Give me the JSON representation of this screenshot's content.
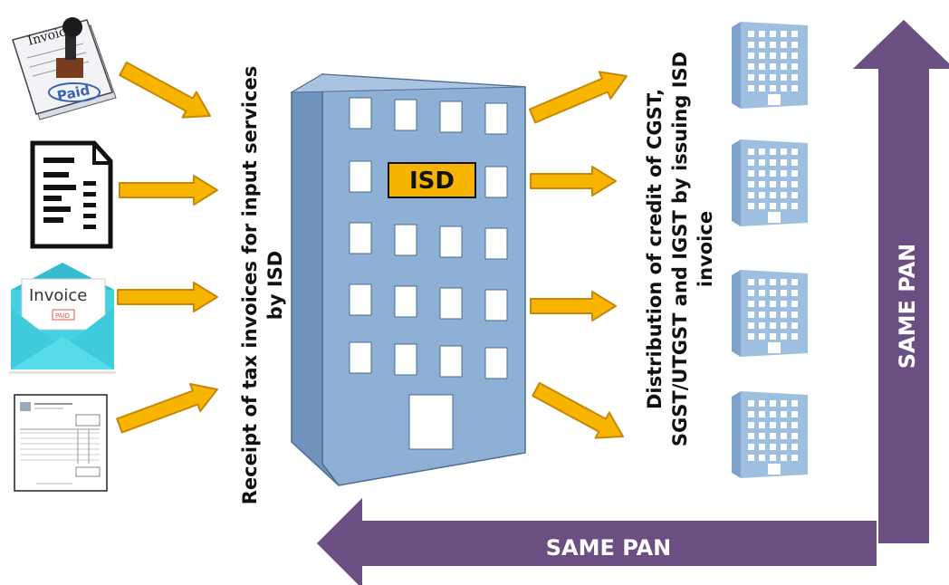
{
  "receipt_label": {
    "line1": "Receipt of tax invoices for input services",
    "line2": "by ISD"
  },
  "isd_label": "ISD",
  "distribution_label": {
    "line1": "Distribution of credit of CGST,",
    "line2": "SGST/UTGST and IGST by issuing ISD",
    "line3": "invoice"
  },
  "same_pan_horizontal": "SAME PAN",
  "same_pan_vertical": "SAME PAN",
  "invoice_envelope_text": "Invoice",
  "invoice_envelope_stamp": "PAID",
  "invoice_stamp_header": "Invoice",
  "invoice_stamp_word": "Paid",
  "colors": {
    "arrow_fill": "#f7b500",
    "arrow_stroke": "#c8860a",
    "building": "#8fb0d5",
    "building_side": "#6f93bd",
    "isd_badge": "#f5b400",
    "pan_arrow": "#6b4f83",
    "small_building": "#9ebfe0"
  }
}
